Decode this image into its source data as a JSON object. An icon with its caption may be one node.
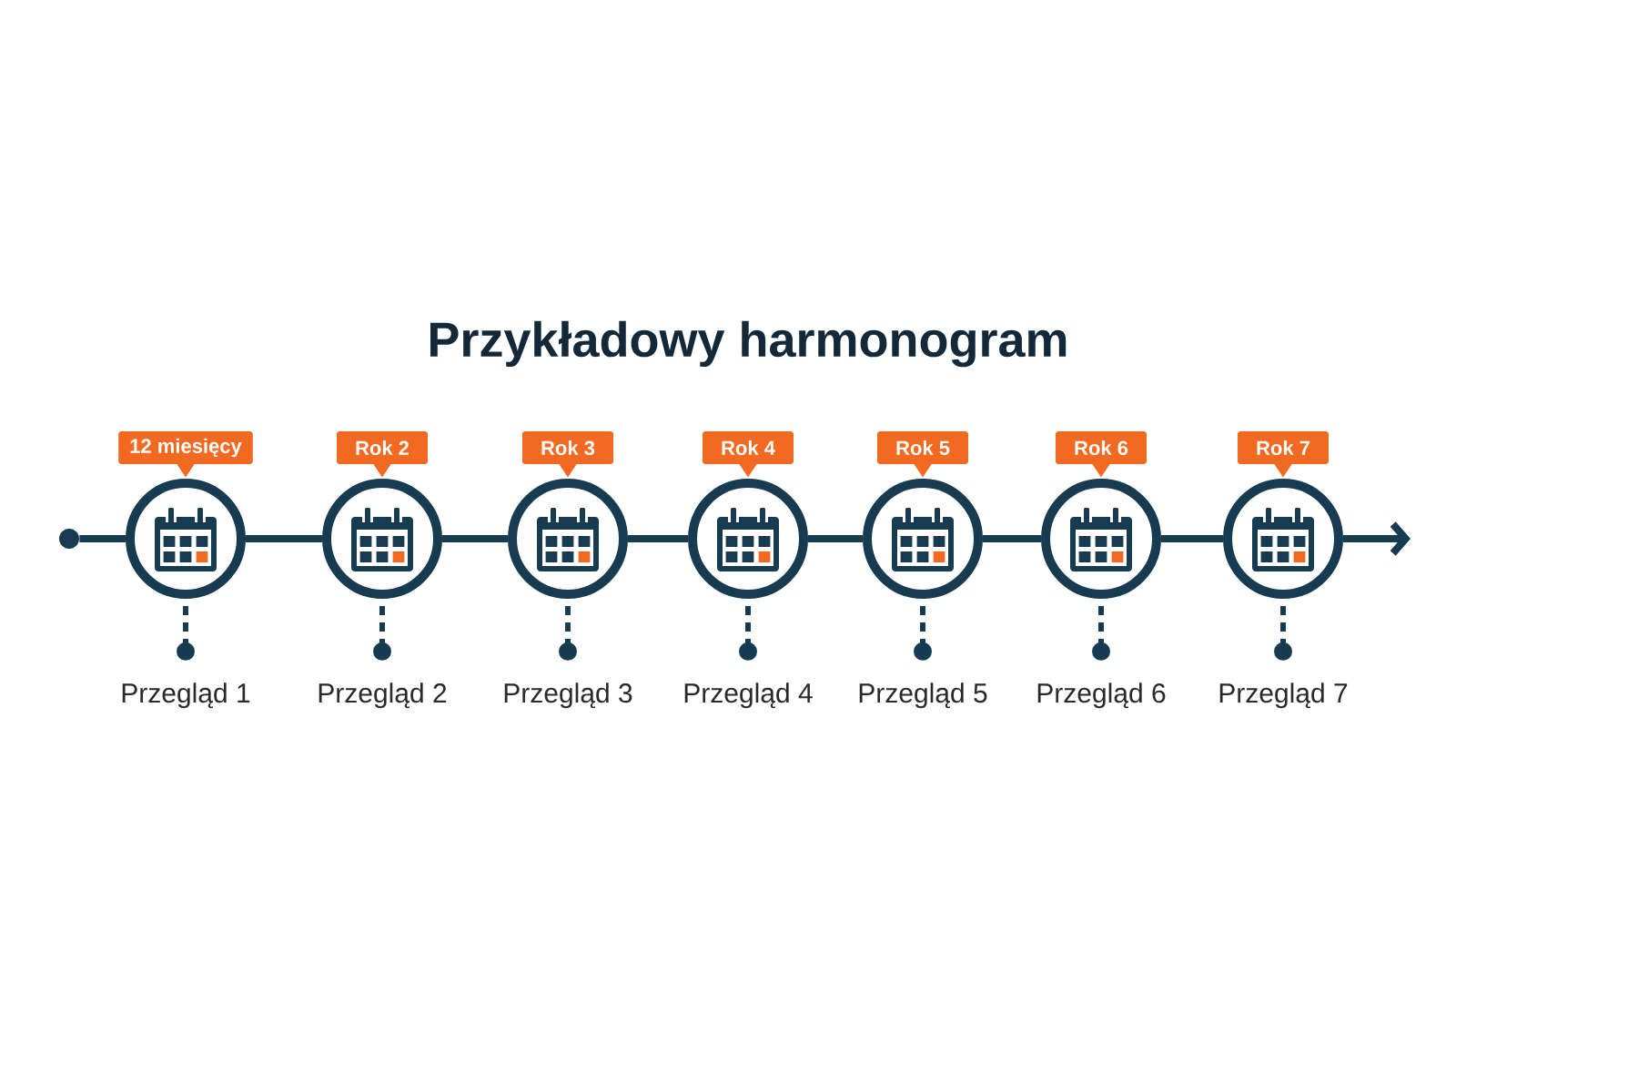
{
  "diagram": {
    "title": "Przykładowy harmonogram",
    "nodes": [
      {
        "text": [
          "12 miesięcy"
        ]
      },
      {
        "text": [
          "Rok 2"
        ]
      },
      {
        "text": [
          "Rok 3"
        ]
      },
      {
        "text": [
          "Rok 4"
        ]
      },
      {
        "text": [
          "Rok 5"
        ]
      },
      {
        "text": [
          "Rok 6"
        ]
      },
      {
        "text": [
          "Rok 7"
        ]
      },
      {
        "text": [],
        "shape": "circle"
      },
      {
        "text": [],
        "shape": "circle"
      },
      {
        "text": [],
        "shape": "circle"
      },
      {
        "text": [],
        "shape": "circle"
      },
      {
        "text": [],
        "shape": "circle"
      },
      {
        "text": [],
        "shape": "circle"
      },
      {
        "text": [],
        "shape": "circle"
      },
      {
        "text": [],
        "shape": "circle"
      },
      {
        "text": [
          "Przegląd 1"
        ]
      },
      {
        "text": [
          "Przegląd 2"
        ]
      },
      {
        "text": [
          "Przegląd 3"
        ]
      },
      {
        "text": [
          "Przegląd 4"
        ]
      },
      {
        "text": [
          "Przegląd 5"
        ]
      },
      {
        "text": [
          "Przegląd 6"
        ]
      },
      {
        "text": [
          "Przegląd 7"
        ]
      }
    ],
    "edges": [
      {
        "from": 7,
        "to": 8,
        "arrow": "none"
      },
      {
        "from": 8,
        "to": 9,
        "arrow": "none"
      },
      {
        "from": 9,
        "to": 10,
        "arrow": "none"
      },
      {
        "from": 10,
        "to": 11,
        "arrow": "none"
      },
      {
        "from": 11,
        "to": 12,
        "arrow": "none"
      },
      {
        "from": 12,
        "to": 13,
        "arrow": "none"
      },
      {
        "from": 13,
        "to": 14,
        "arrow": "none"
      },
      {
        "from": 14,
        "to": null,
        "arrow": "to"
      },
      {
        "from": 8,
        "to": 15,
        "arrow": "other",
        "style": "dashed"
      },
      {
        "from": 9,
        "to": 16,
        "arrow": "other",
        "style": "dashed"
      },
      {
        "from": 10,
        "to": 17,
        "arrow": "other",
        "style": "dashed"
      },
      {
        "from": 11,
        "to": 18,
        "arrow": "other",
        "style": "dashed"
      },
      {
        "from": 12,
        "to": 19,
        "arrow": "other",
        "style": "dashed"
      },
      {
        "from": 13,
        "to": 20,
        "arrow": "other",
        "style": "dashed"
      },
      {
        "from": 14,
        "to": 21,
        "arrow": "other",
        "style": "dashed"
      }
    ]
  }
}
